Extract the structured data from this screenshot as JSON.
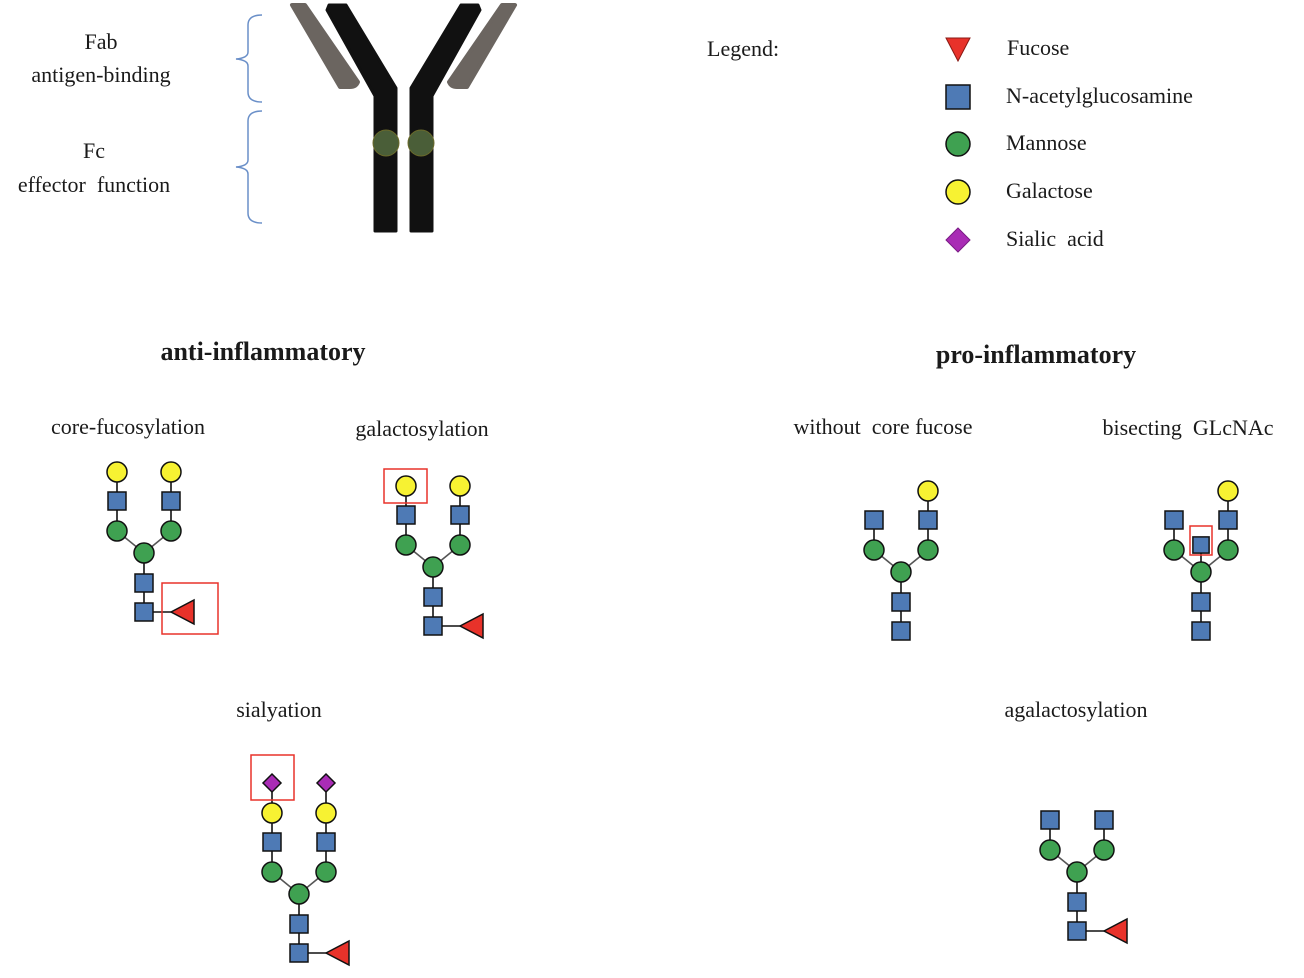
{
  "antibody": {
    "fab_label": "Fab",
    "fab_sublabel": "antigen-binding",
    "fc_label": "Fc",
    "fc_sublabel": "effector  function",
    "colors": {
      "heavy_chain": "#111111",
      "light_chain": "#6b6560",
      "glycan_site": "#4a5e38",
      "brace": "#6a8fc8"
    }
  },
  "legend": {
    "title": "Legend:",
    "items": [
      {
        "shape": "triangle",
        "label": "Fucose",
        "color": "#e8322a"
      },
      {
        "shape": "square",
        "label": "N-acetylglucosamine",
        "color": "#4e7ab5"
      },
      {
        "shape": "circle",
        "label": "Mannose",
        "color": "#3fa151"
      },
      {
        "shape": "circle",
        "label": "Galactose",
        "color": "#f7f232"
      },
      {
        "shape": "diamond",
        "label": "Sialic  acid",
        "color": "#a92cb5"
      }
    ]
  },
  "groups": {
    "anti": {
      "title": "anti-inflammatory"
    },
    "pro": {
      "title": "pro-inflammatory"
    }
  },
  "glycans": [
    {
      "id": "core-fucosylation",
      "label": "core-fucosylation",
      "group": "anti",
      "arms": {
        "left": [
          "GlcNAc",
          "Gal"
        ],
        "right": [
          "GlcNAc",
          "Gal"
        ]
      },
      "fucose": true,
      "bisecting": false,
      "highlight": "fucose"
    },
    {
      "id": "galactosylation",
      "label": "galactosylation",
      "group": "anti",
      "arms": {
        "left": [
          "GlcNAc",
          "Gal"
        ],
        "right": [
          "GlcNAc",
          "Gal"
        ]
      },
      "fucose": true,
      "bisecting": false,
      "highlight": "left-galactose"
    },
    {
      "id": "sialyation",
      "label": "sialyation",
      "group": "anti",
      "arms": {
        "left": [
          "GlcNAc",
          "Gal",
          "Sia"
        ],
        "right": [
          "GlcNAc",
          "Gal",
          "Sia"
        ]
      },
      "fucose": true,
      "bisecting": false,
      "highlight": "left-sialic-acid"
    },
    {
      "id": "without-core-fucose",
      "label": "without  core fucose",
      "group": "pro",
      "arms": {
        "left": [
          "GlcNAc"
        ],
        "right": [
          "GlcNAc",
          "Gal"
        ]
      },
      "fucose": false,
      "bisecting": false,
      "highlight": null
    },
    {
      "id": "bisecting-glcnac",
      "label": "bisecting  GLcNAc",
      "group": "pro",
      "arms": {
        "left": [
          "GlcNAc"
        ],
        "right": [
          "GlcNAc",
          "Gal"
        ]
      },
      "fucose": false,
      "bisecting": true,
      "highlight": "bisecting"
    },
    {
      "id": "agalactosylation",
      "label": "agalactosylation",
      "group": "pro",
      "arms": {
        "left": [
          "GlcNAc"
        ],
        "right": [
          "GlcNAc"
        ]
      },
      "fucose": true,
      "bisecting": false,
      "highlight": null
    }
  ],
  "highlight_color": "#e8322a"
}
